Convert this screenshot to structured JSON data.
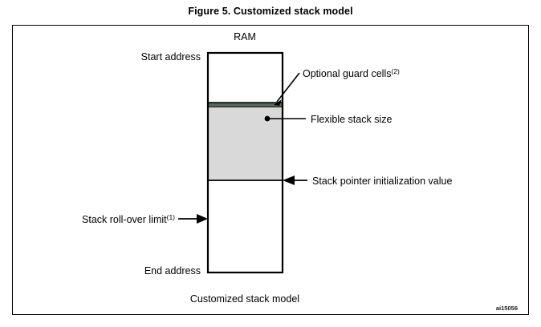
{
  "figure": {
    "title": "Figure 5. Customized stack model",
    "caption": "Customized stack model",
    "watermark": "ai15056"
  },
  "diagram": {
    "memory_label": "RAM",
    "top_address_label": "Start address",
    "bottom_address_label": "End address",
    "annotations": {
      "guard_cells": "Optional guard cells",
      "guard_cells_note": "(2)",
      "flexible_stack": "Flexible stack size",
      "stack_pointer": "Stack pointer initialization value",
      "roll_over_limit": "Stack roll-over limit",
      "roll_over_limit_note": "(1)"
    },
    "colors": {
      "stack_fill": "#d9d9d9",
      "guard_band": "#56665c",
      "outline": "#000000",
      "background": "#ffffff"
    }
  }
}
